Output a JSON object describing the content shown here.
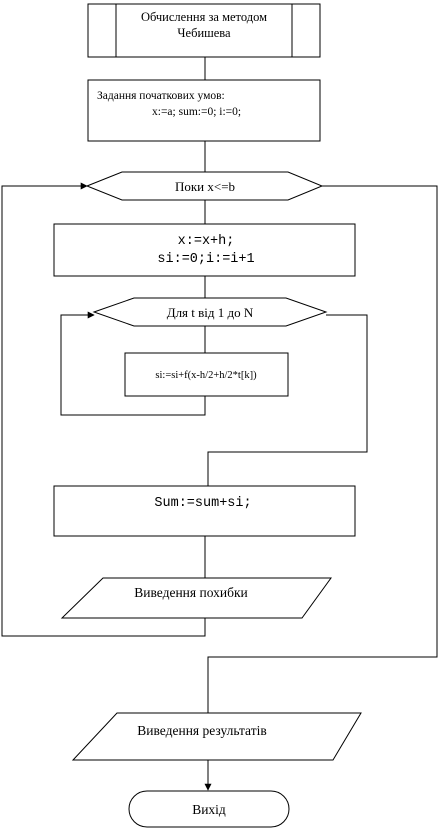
{
  "diagram": {
    "start_block": {
      "line1": "Обчислення за методом",
      "line2": "Чебишева"
    },
    "init_block": {
      "line1": "Задання початкових умов:",
      "line2": "x:=a; sum:=0; i:=0;"
    },
    "while_loop": {
      "label": "Поки x<=b"
    },
    "step_block": {
      "line1": "x:=x+h;",
      "line2": "si:=0;i:=i+1"
    },
    "for_loop": {
      "label": "Для t від 1 до N"
    },
    "sum_inner_block": {
      "label": "si:=si+f(x-h/2+h/2*t[k])"
    },
    "accumulate_block": {
      "label": "Sum:=sum+si;"
    },
    "error_output": {
      "label": "Виведення похибки"
    },
    "result_output": {
      "label": "Виведення результатів"
    },
    "end_block": {
      "label": "Вихід"
    },
    "colors": {
      "stroke": "#000000",
      "background": "#ffffff"
    }
  }
}
